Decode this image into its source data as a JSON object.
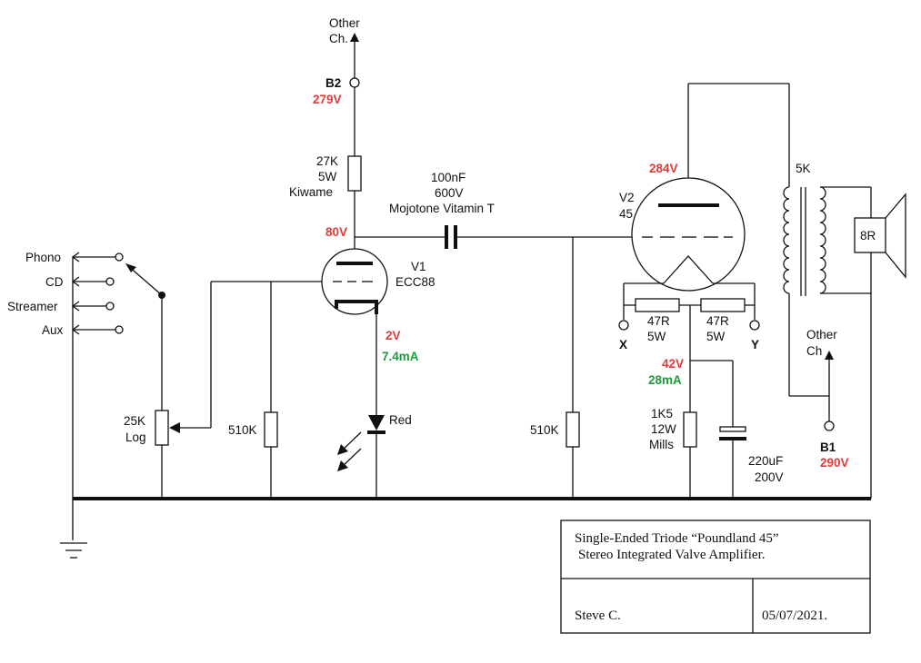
{
  "labels": {
    "other_ch_top_1": "Other",
    "other_ch_top_2": "Ch.",
    "b2_name": "B2",
    "b2_voltage": "279V",
    "r27k_1": "27K",
    "r27k_2": "5W",
    "r27k_3": "Kiwame",
    "v1_plate_voltage": "80V",
    "cap_coupling_1": "100nF",
    "cap_coupling_2": "600V",
    "cap_coupling_3": "Mojotone Vitamin T",
    "v1_name": "V1",
    "v1_type": "ECC88",
    "input_phono": "Phono",
    "input_cd": "CD",
    "input_streamer": "Streamer",
    "input_aux": "Aux",
    "pot_1": "25K",
    "pot_2": "Log",
    "r510k_left": "510K",
    "v1_cathode_voltage": "2V",
    "v1_cathode_current": "7.4mA",
    "led_label": "Red",
    "r510k_grid": "510K",
    "v2_name": "V2",
    "v2_type": "45",
    "v2_plate_voltage": "284V",
    "r47r_left_1": "47R",
    "r47r_left_2": "5W",
    "r47r_right_1": "47R",
    "r47r_right_2": "5W",
    "term_x": "X",
    "term_y": "Y",
    "v2_cathode_voltage": "42V",
    "v2_cathode_current": "28mA",
    "r1k5_1": "1K5",
    "r1k5_2": "12W",
    "r1k5_3": "Mills",
    "cap_bypass_1": "220uF",
    "cap_bypass_2": "200V",
    "xfmr": "5K",
    "speaker": "8R",
    "other_ch_right_1": "Other",
    "other_ch_right_2": "Ch",
    "b1_name": "B1",
    "b1_voltage": "290V"
  },
  "title_block": {
    "title_line1": "Single-Ended Triode “Poundland 45”",
    "title_line2": "Stereo Integrated Valve Amplifier.",
    "author": "Steve C.",
    "date": "05/07/2021."
  },
  "colors": {
    "voltage": "#e03a3a",
    "current": "#1f9a3c",
    "wire": "#111111"
  }
}
